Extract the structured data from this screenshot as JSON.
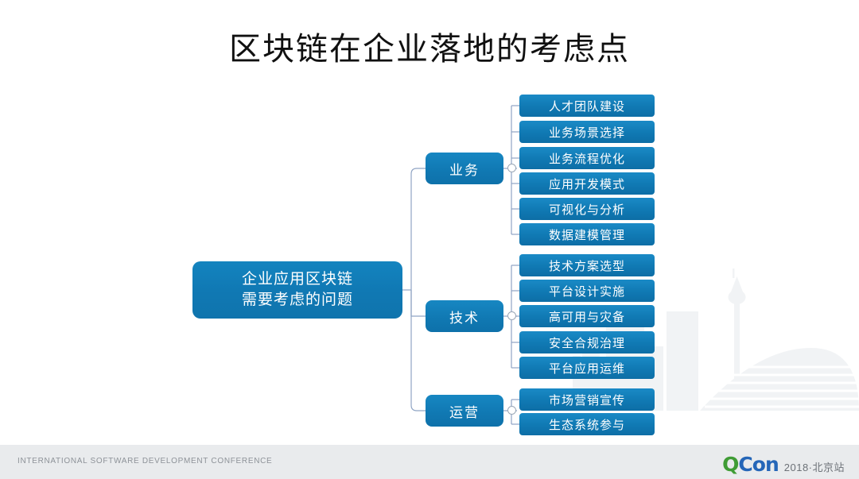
{
  "slide": {
    "title": "区块链在企业落地的考虑点",
    "background_color": "#ffffff",
    "accent_color": "#1079b3"
  },
  "mindmap": {
    "root": {
      "line1": "企业应用区块链",
      "line2": "需要考虑的问题"
    },
    "branches": [
      {
        "label": "业务",
        "leaves": [
          "人才团队建设",
          "业务场景选择",
          "业务流程优化",
          "应用开发模式",
          "可视化与分析",
          "数据建模管理"
        ]
      },
      {
        "label": "技术",
        "leaves": [
          "技术方案选型",
          "平台设计实施",
          "高可用与灾备",
          "安全合规治理",
          "平台应用运维"
        ]
      },
      {
        "label": "运营",
        "leaves": [
          "市场营销宣传",
          "生态系统参与"
        ]
      }
    ]
  },
  "footer": {
    "conference_text": "INTERNATIONAL SOFTWARE DEVELOPMENT CONFERENCE",
    "brand_q": "Q",
    "brand_con": "Con",
    "brand_edition": "2018·北京站",
    "brand_q_color": "#3f9c35",
    "brand_con_color": "#2566b8",
    "background_color": "#e9ebed"
  }
}
